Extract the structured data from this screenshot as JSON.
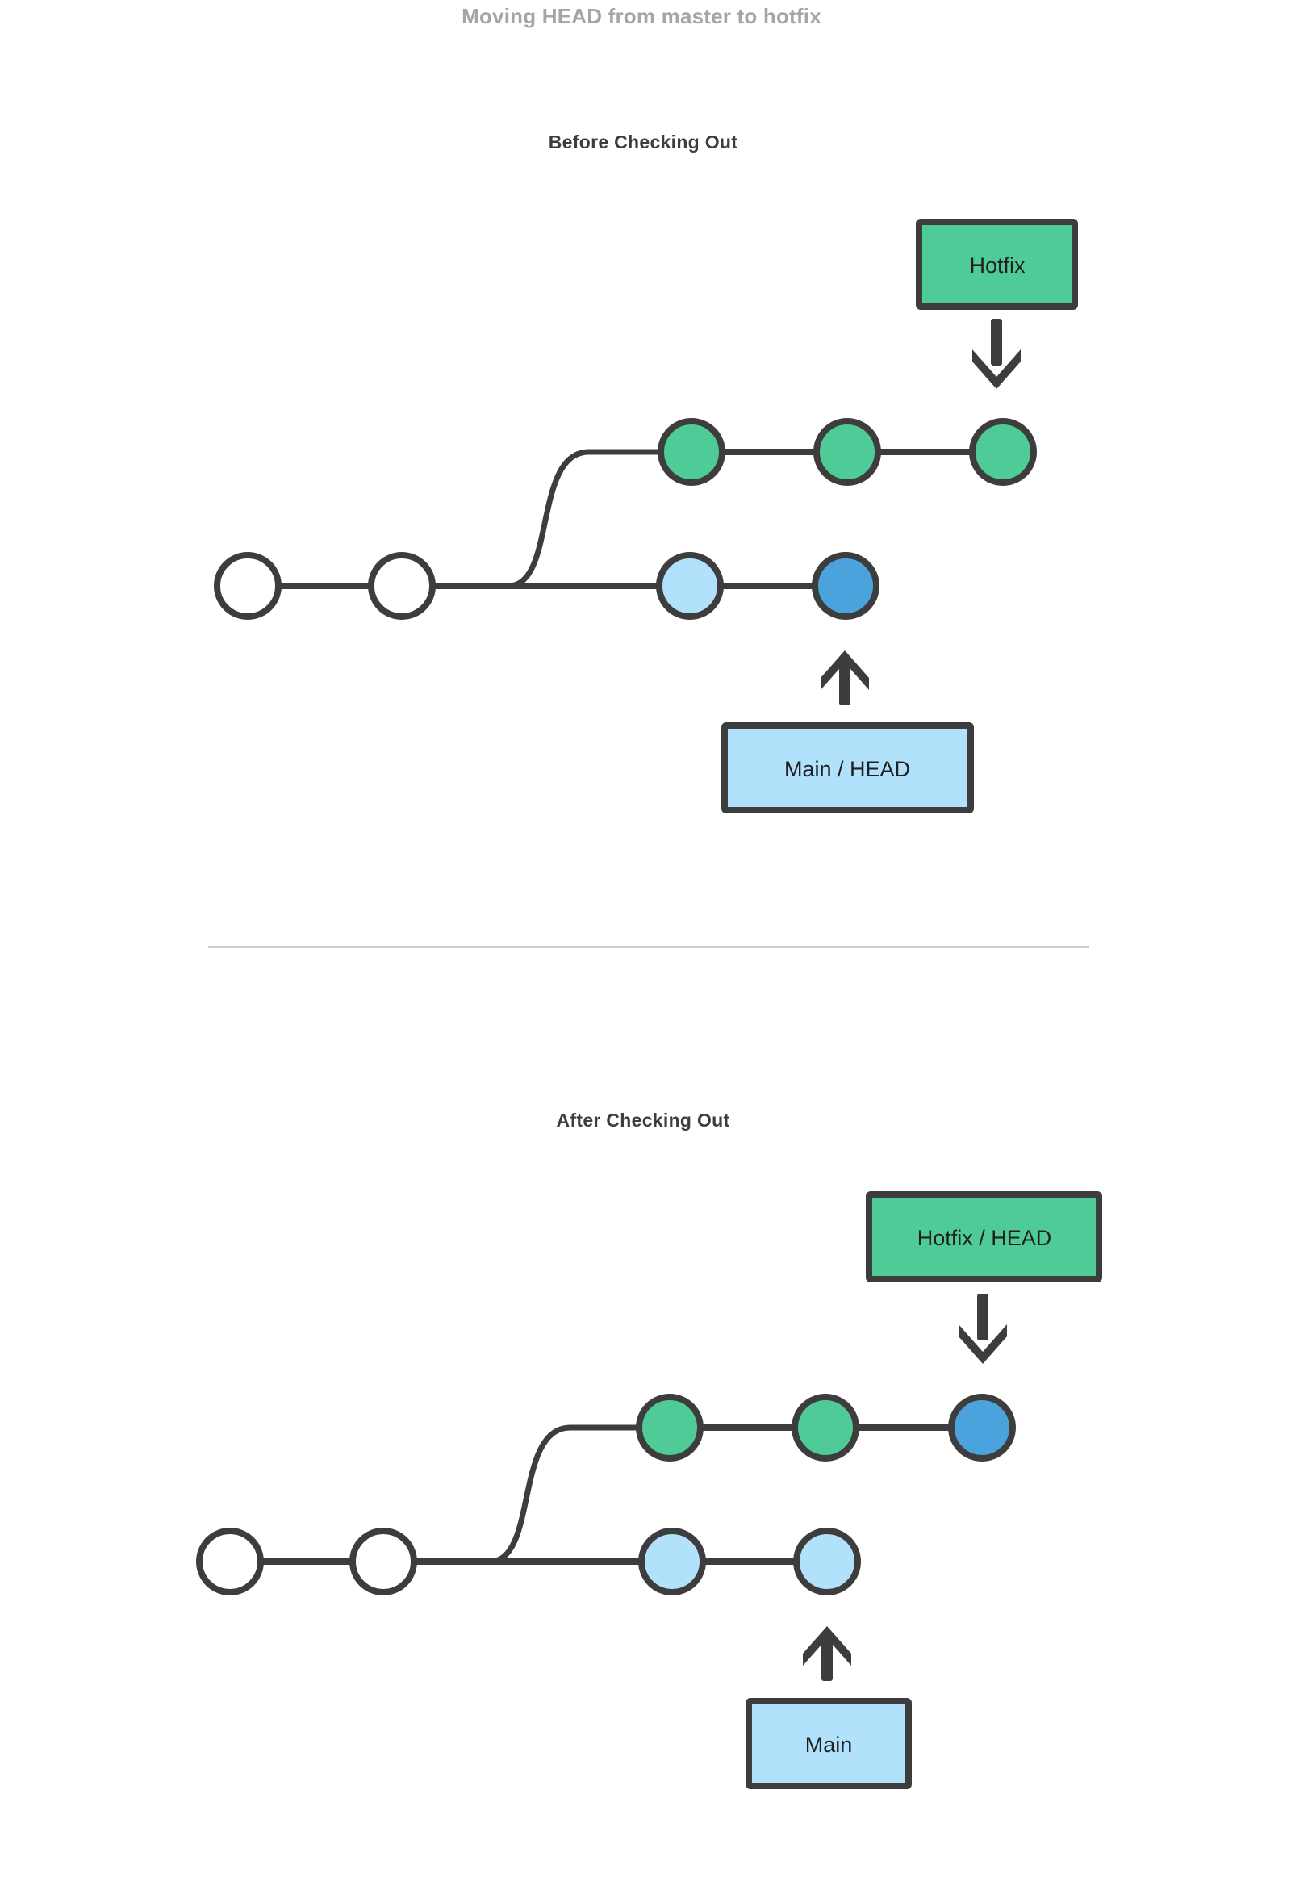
{
  "page": {
    "title": "Moving HEAD from master to hotfix",
    "background": "#ffffff"
  },
  "colors": {
    "stroke": "#3d3d3d",
    "title_gray": "#a5a5a5",
    "heading": "#3d3d3d",
    "divider": "#cccccc",
    "green": "#4ecb96",
    "light_blue": "#b2e1fb",
    "blue": "#4ba3dd",
    "white": "#ffffff",
    "text": "#1f1f1f"
  },
  "sections": [
    {
      "id": "before",
      "heading": "Before Checking Out",
      "ref_boxes": [
        {
          "name": "hotfix-box",
          "label": "Hotfix",
          "fill": "#4ecb96"
        },
        {
          "name": "main-head-box",
          "label": "Main  / HEAD",
          "fill": "#b2e1fb"
        }
      ],
      "branches": [
        {
          "name": "hotfix-branch",
          "commits": [
            {
              "fill": "#4ecb96",
              "state": "normal"
            },
            {
              "fill": "#4ecb96",
              "state": "normal"
            },
            {
              "fill": "#4ecb96",
              "state": "normal"
            }
          ]
        },
        {
          "name": "main-branch",
          "commits": [
            {
              "fill": "#ffffff",
              "state": "normal"
            },
            {
              "fill": "#ffffff",
              "state": "normal"
            },
            {
              "fill": "#b2e1fb",
              "state": "normal"
            },
            {
              "fill": "#4ba3dd",
              "state": "head"
            }
          ]
        }
      ],
      "arrows": [
        {
          "name": "hotfix-down-arrow",
          "direction": "down"
        },
        {
          "name": "main-head-up-arrow",
          "direction": "up"
        }
      ]
    },
    {
      "id": "after",
      "heading": "After Checking Out",
      "ref_boxes": [
        {
          "name": "hotfix-head-box",
          "label": "Hotfix / HEAD",
          "fill": "#4ecb96"
        },
        {
          "name": "main-box",
          "label": "Main",
          "fill": "#b2e1fb"
        }
      ],
      "branches": [
        {
          "name": "hotfix-branch",
          "commits": [
            {
              "fill": "#4ecb96",
              "state": "normal"
            },
            {
              "fill": "#4ecb96",
              "state": "normal"
            },
            {
              "fill": "#4ba3dd",
              "state": "head"
            }
          ]
        },
        {
          "name": "main-branch",
          "commits": [
            {
              "fill": "#ffffff",
              "state": "normal"
            },
            {
              "fill": "#ffffff",
              "state": "normal"
            },
            {
              "fill": "#b2e1fb",
              "state": "normal"
            },
            {
              "fill": "#b2e1fb",
              "state": "normal"
            }
          ]
        }
      ],
      "arrows": [
        {
          "name": "hotfix-head-down-arrow",
          "direction": "down"
        },
        {
          "name": "main-up-arrow",
          "direction": "up"
        }
      ]
    }
  ]
}
